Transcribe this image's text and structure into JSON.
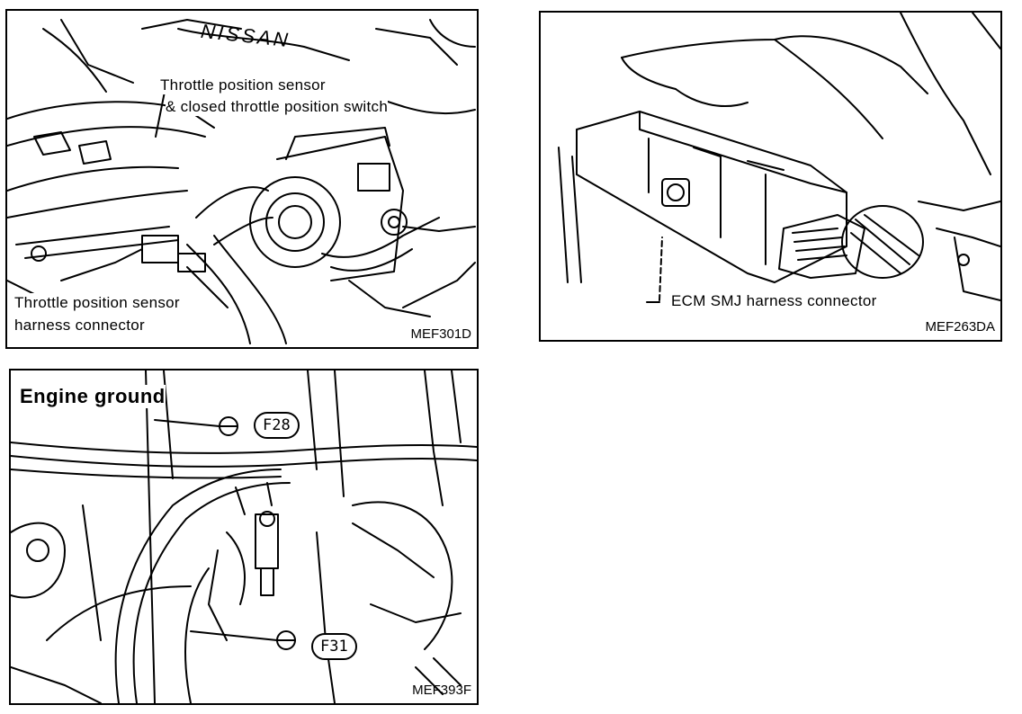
{
  "panel_top_left": {
    "label_sensor_line1": "Throttle position sensor",
    "label_sensor_line2": "& closed throttle position switch",
    "label_connector_line1": "Throttle position sensor",
    "label_connector_line2": "harness connector",
    "engine_brand_text": "NISSAN",
    "figure_code": "MEF301D"
  },
  "panel_top_right": {
    "label_connector": "ECM SMJ harness connector",
    "figure_code": "MEF263DA"
  },
  "panel_bottom": {
    "title": "Engine ground",
    "tag_upper": "F28",
    "tag_lower": "F31",
    "figure_code": "MEF393F"
  }
}
